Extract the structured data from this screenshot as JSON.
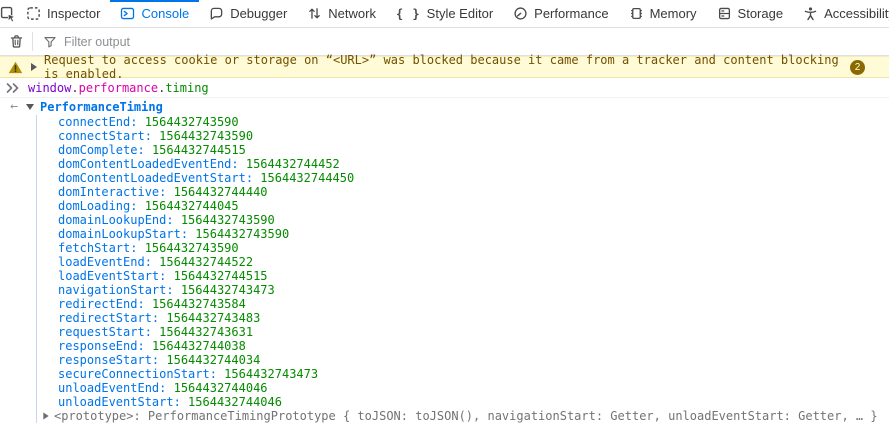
{
  "colors": {
    "accent_blue": "#0074e9",
    "property_blue": "#0074e9",
    "value_green": "#058b00",
    "input_variable_purple": "#8000d0",
    "input_property_magenta": "#dd00a9",
    "input_property_green": "#058b00",
    "warning_bg": "#fffbd6",
    "warning_text": "#715100"
  },
  "toolbar": {
    "tabs": [
      {
        "label": "Inspector"
      },
      {
        "label": "Console",
        "active": true
      },
      {
        "label": "Debugger"
      },
      {
        "label": "Network"
      },
      {
        "label": "Style Editor"
      },
      {
        "label": "Performance"
      },
      {
        "label": "Memory"
      },
      {
        "label": "Storage"
      },
      {
        "label": "Accessibility"
      }
    ]
  },
  "filter_bar": {
    "placeholder": "Filter output"
  },
  "warning": {
    "message": "Request to access cookie or storage on “<URL>” was blocked because it came from a tracker and content blocking is enabled.",
    "badge_count": "2"
  },
  "command": {
    "variable": "window",
    "dot1": ".",
    "property1": "performance",
    "dot2": ".",
    "property2": "timing"
  },
  "result": {
    "object_name": "PerformanceTiming",
    "colon": ": ",
    "properties": [
      {
        "name": "connectEnd",
        "value": "1564432743590"
      },
      {
        "name": "connectStart",
        "value": "1564432743590"
      },
      {
        "name": "domComplete",
        "value": "1564432744515"
      },
      {
        "name": "domContentLoadedEventEnd",
        "value": "1564432744452"
      },
      {
        "name": "domContentLoadedEventStart",
        "value": "1564432744450"
      },
      {
        "name": "domInteractive",
        "value": "1564432744440"
      },
      {
        "name": "domLoading",
        "value": "1564432744045"
      },
      {
        "name": "domainLookupEnd",
        "value": "1564432743590"
      },
      {
        "name": "domainLookupStart",
        "value": "1564432743590"
      },
      {
        "name": "fetchStart",
        "value": "1564432743590"
      },
      {
        "name": "loadEventEnd",
        "value": "1564432744522"
      },
      {
        "name": "loadEventStart",
        "value": "1564432744515"
      },
      {
        "name": "navigationStart",
        "value": "1564432743473"
      },
      {
        "name": "redirectEnd",
        "value": "1564432743584"
      },
      {
        "name": "redirectStart",
        "value": "1564432743483"
      },
      {
        "name": "requestStart",
        "value": "1564432743631"
      },
      {
        "name": "responseEnd",
        "value": "1564432744038"
      },
      {
        "name": "responseStart",
        "value": "1564432744034"
      },
      {
        "name": "secureConnectionStart",
        "value": "1564432743473"
      },
      {
        "name": "unloadEventEnd",
        "value": "1564432744046"
      },
      {
        "name": "unloadEventStart",
        "value": "1564432744046"
      }
    ],
    "prototype_text": "<prototype>: PerformanceTimingPrototype { toJSON: toJSON(), navigationStart: Getter, unloadEventStart: Getter, … }"
  }
}
